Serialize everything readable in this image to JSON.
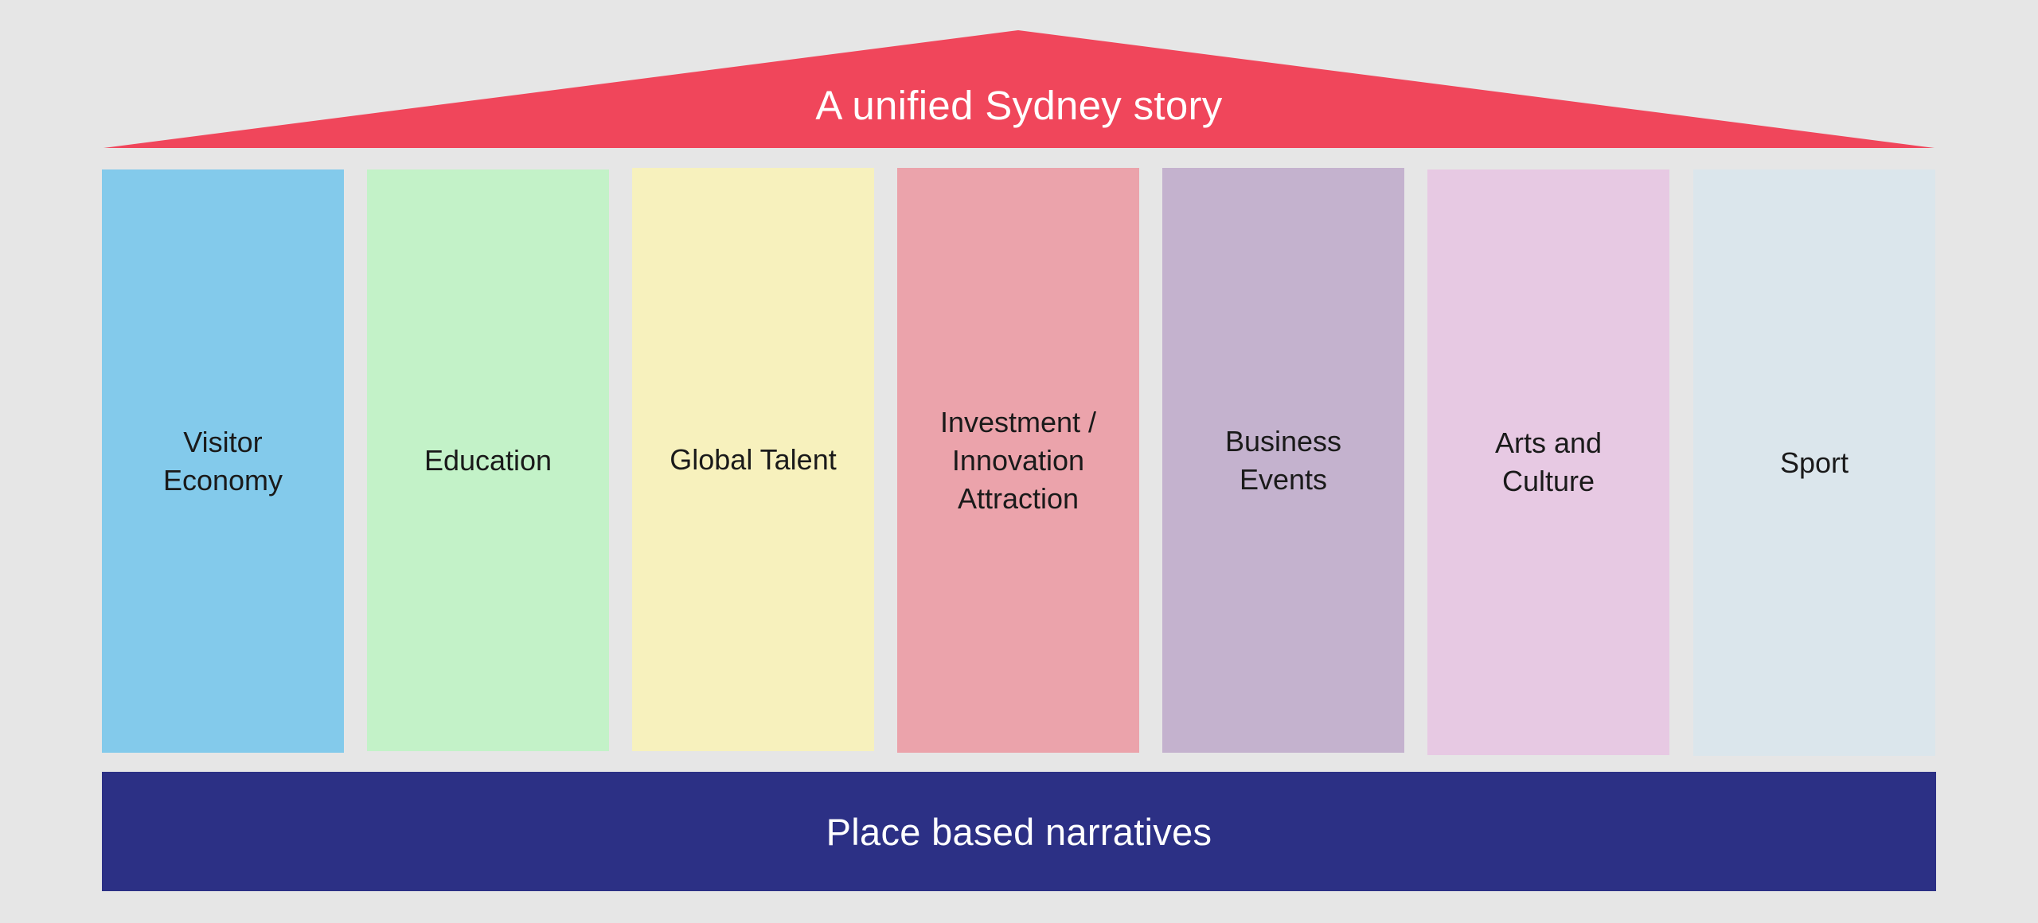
{
  "roof": {
    "title": "A unified Sydney story",
    "color": "#f0465b"
  },
  "pillars": [
    {
      "label": "Visitor\nEconomy",
      "color": "#83caeb"
    },
    {
      "label": "Education",
      "color": "#c3f2c8"
    },
    {
      "label": "Global Talent",
      "color": "#f7f1bd"
    },
    {
      "label": "Investment /\nInnovation\nAttraction",
      "color": "#eba3ab"
    },
    {
      "label": "Business\nEvents",
      "color": "#c4b2ce"
    },
    {
      "label": "Arts and\nCulture",
      "color": "#e7c9e3"
    },
    {
      "label": "Sport",
      "color": "#dbe6ec"
    }
  ],
  "foundation": {
    "label": "Place based narratives",
    "color": "#2c3085"
  },
  "background_color": "#e6e6e6"
}
